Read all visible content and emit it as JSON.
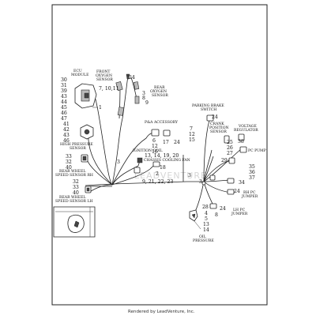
{
  "labels": {
    "ecu_module": [
      "ECU",
      "MODULE"
    ],
    "front_o2": [
      "FRONT",
      "OXYGEN",
      "SENSOR"
    ],
    "rear_o2": [
      "REAR",
      "OXYGEN",
      "SENSOR"
    ],
    "pa_accessory": "P&A ACCESSORY",
    "ignition_coil": "IGNITION COIL",
    "chassis_fan": "CHASSIS COOLING FAN",
    "high_pressure": [
      "HIGH PRESSURE",
      "SENSOR"
    ],
    "rear_wheel_rh": [
      "REAR WHEEL",
      "SPEED SENSOR RH"
    ],
    "rear_wheel_lh": [
      "REAR WHEEL",
      "SPEED SENSOR LH"
    ],
    "parking_brake": [
      "PARKING BRAKE",
      "SWITCH"
    ],
    "crank_position": [
      "CRANK",
      "POSITION",
      "SENSOR"
    ],
    "voltage_regulator": [
      "VOLTAGE",
      "REGULATOR"
    ],
    "pc_pump": "PC PUMP",
    "rh_pc": [
      "RH PC",
      "JUMPER"
    ],
    "lh_pc": [
      "LH PC",
      "JUMPER"
    ],
    "oil_pressure": [
      "OIL",
      "PRESSURE"
    ]
  },
  "callouts": {
    "ecu": [
      "30",
      "31",
      "39",
      "43",
      "44",
      "45",
      "46",
      "47"
    ],
    "ecu_1": "1",
    "front_o2": "7, 10,11",
    "n24a": "24",
    "rear_o2": [
      "3",
      "8",
      "9"
    ],
    "pa": [
      "6",
      "12",
      "16"
    ],
    "pa_17": "17",
    "pa_24": "24",
    "right_mid": [
      "7",
      "12",
      "15"
    ],
    "ign": "13, 14, 19, 20",
    "n3a": "3",
    "n18": "18",
    "n2": "2",
    "n9_21": "9, 21, 22, 23",
    "hp": [
      "41",
      "42",
      "43",
      "46"
    ],
    "rh_wheel": [
      "33",
      "32",
      "40"
    ],
    "lh_wheel": [
      "32",
      "33",
      "40"
    ],
    "pb_24": "24",
    "crank": [
      "25",
      "26",
      "27"
    ],
    "vr_38": "38",
    "pc": [
      "35",
      "36",
      "37"
    ],
    "n29": "29",
    "n3b": "3",
    "n3c": "3",
    "n34": "34",
    "n24b": "24",
    "n24c": "24",
    "n8": "8",
    "oil": [
      "28",
      "4",
      "5",
      "13",
      "14"
    ]
  },
  "watermark": "LEADVENTURE",
  "footer": "Rendered by LeadVenture, Inc."
}
